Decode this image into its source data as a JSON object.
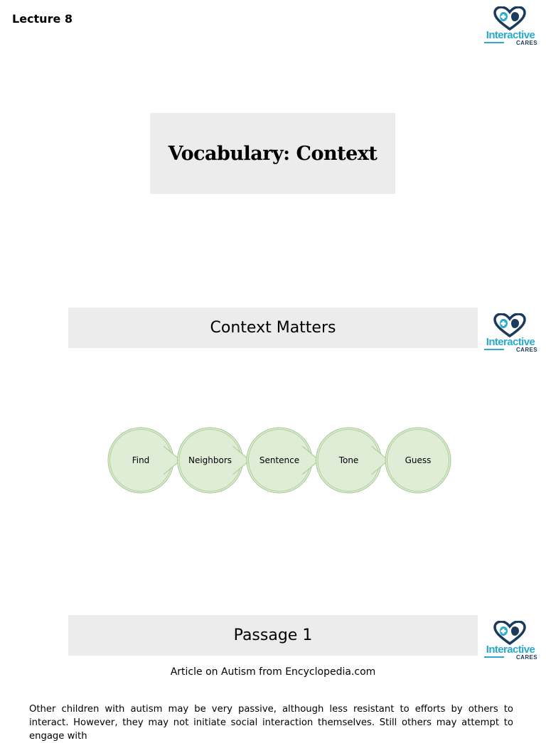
{
  "header": {
    "lecture_label": "Lecture 8"
  },
  "logo": {
    "word": "Interactive",
    "sub": "CARES"
  },
  "slide1": {
    "title": "Vocabulary: Context"
  },
  "slide2": {
    "title": "Context Matters",
    "process_steps": [
      "Find",
      "Neighbors",
      "Sentence",
      "Tone",
      "Guess"
    ],
    "step_color": "#dfecd6",
    "step_border": "#a4c98f"
  },
  "slide3": {
    "title": "Passage 1",
    "source": "Article on Autism from Encyclopedia.com",
    "body": "Other children with autism may be very passive, although less resistant to efforts by others to interact. However, they may not initiate social interaction themselves. Still others may attempt to engage with"
  }
}
